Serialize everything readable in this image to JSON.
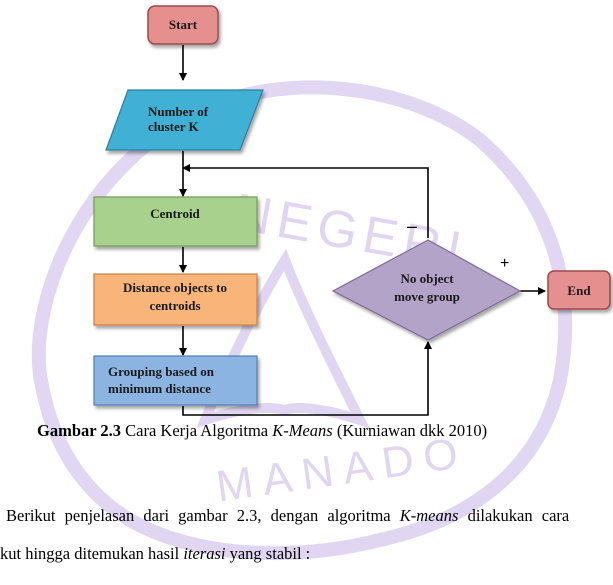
{
  "flowchart": {
    "start": "Start",
    "input_line1": "Number of",
    "input_line2": "cluster K",
    "centroid": "Centroid",
    "distance_line1": "Distance objects to",
    "distance_line2": "centroids",
    "grouping_line1": "Grouping based on",
    "grouping_line2": "minimum distance",
    "decision_line1": "No object",
    "decision_line2": "move group",
    "end": "End",
    "minus_label": "–",
    "plus_label": "+"
  },
  "watermark": {
    "text_top": "NEGERI",
    "text_bottom": "MANADO"
  },
  "caption": {
    "label": "Gambar 2.3",
    "text_before": " Cara Kerja Algoritma ",
    "term": "K-Means",
    "text_after": " (Kurniawan dkk 2010)"
  },
  "paragraph": {
    "p1_before": "Berikut penjelasan dari gambar 2.3, dengan algoritma ",
    "p1_term": "K-means",
    "p1_after": " dilakukan cara",
    "p2_before": "kut hingga ditemukan hasil ",
    "p2_term": "iterasi",
    "p2_after": " yang stabil :"
  },
  "colors": {
    "start_end_fill": "#e58f8f",
    "start_end_stroke": "#9e4a4a",
    "input_fill": "#3fb0d4",
    "centroid_fill": "#a9d18e",
    "distance_fill": "#f9b47a",
    "grouping_fill": "#8cb4e2",
    "decision_fill": "#b4a3c9",
    "watermark": "#c9b6e8"
  }
}
